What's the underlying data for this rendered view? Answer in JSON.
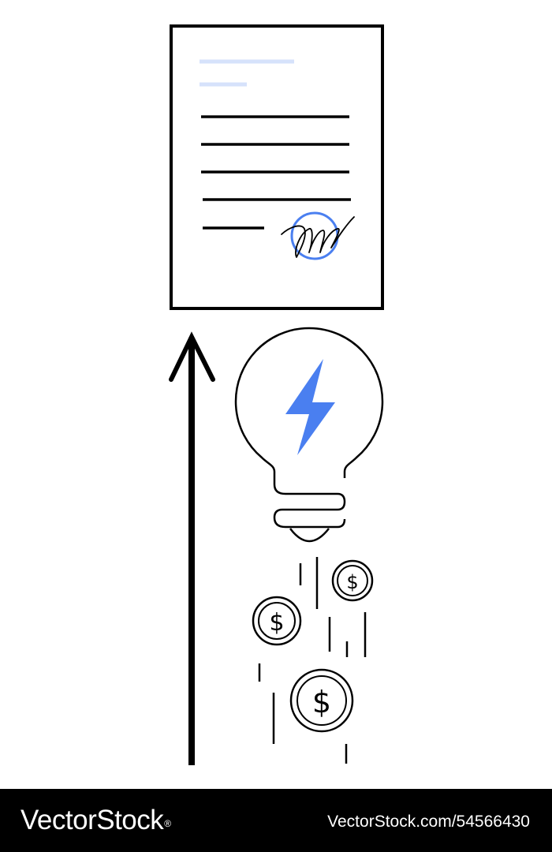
{
  "colors": {
    "ink": "#000000",
    "accent": "#4a7ff0",
    "accent_light": "#d6e2fb",
    "background": "#ffffff",
    "footer_background": "#000000",
    "footer_text": "#ffffff"
  },
  "illustration": {
    "document": {
      "icon": "signed-document-icon",
      "signature_mark": "signature-seal-icon"
    },
    "arrow": {
      "icon": "arrow-up-icon"
    },
    "lightbulb": {
      "icon": "lightbulb-icon",
      "symbol": "lightning-bolt-icon"
    },
    "coins": {
      "icon": "dollar-coin-icon",
      "glyph": "$",
      "count": 3
    }
  },
  "footer": {
    "brand": "VectorStock",
    "brand_mark": "®",
    "image_id": "VectorStock.com/54566430"
  }
}
